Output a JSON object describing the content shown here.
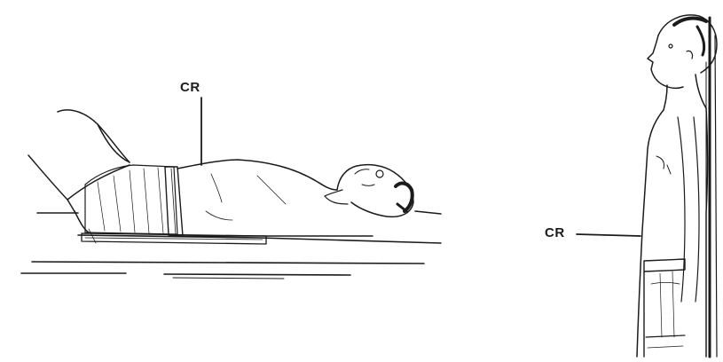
{
  "figure": {
    "left_panel": {
      "view": "supine",
      "central_ray_label": "CR"
    },
    "right_panel": {
      "view": "lateral-upright",
      "central_ray_label": "CR"
    },
    "ink_color": "#1b1b1b",
    "background_color": "#ffffff"
  }
}
